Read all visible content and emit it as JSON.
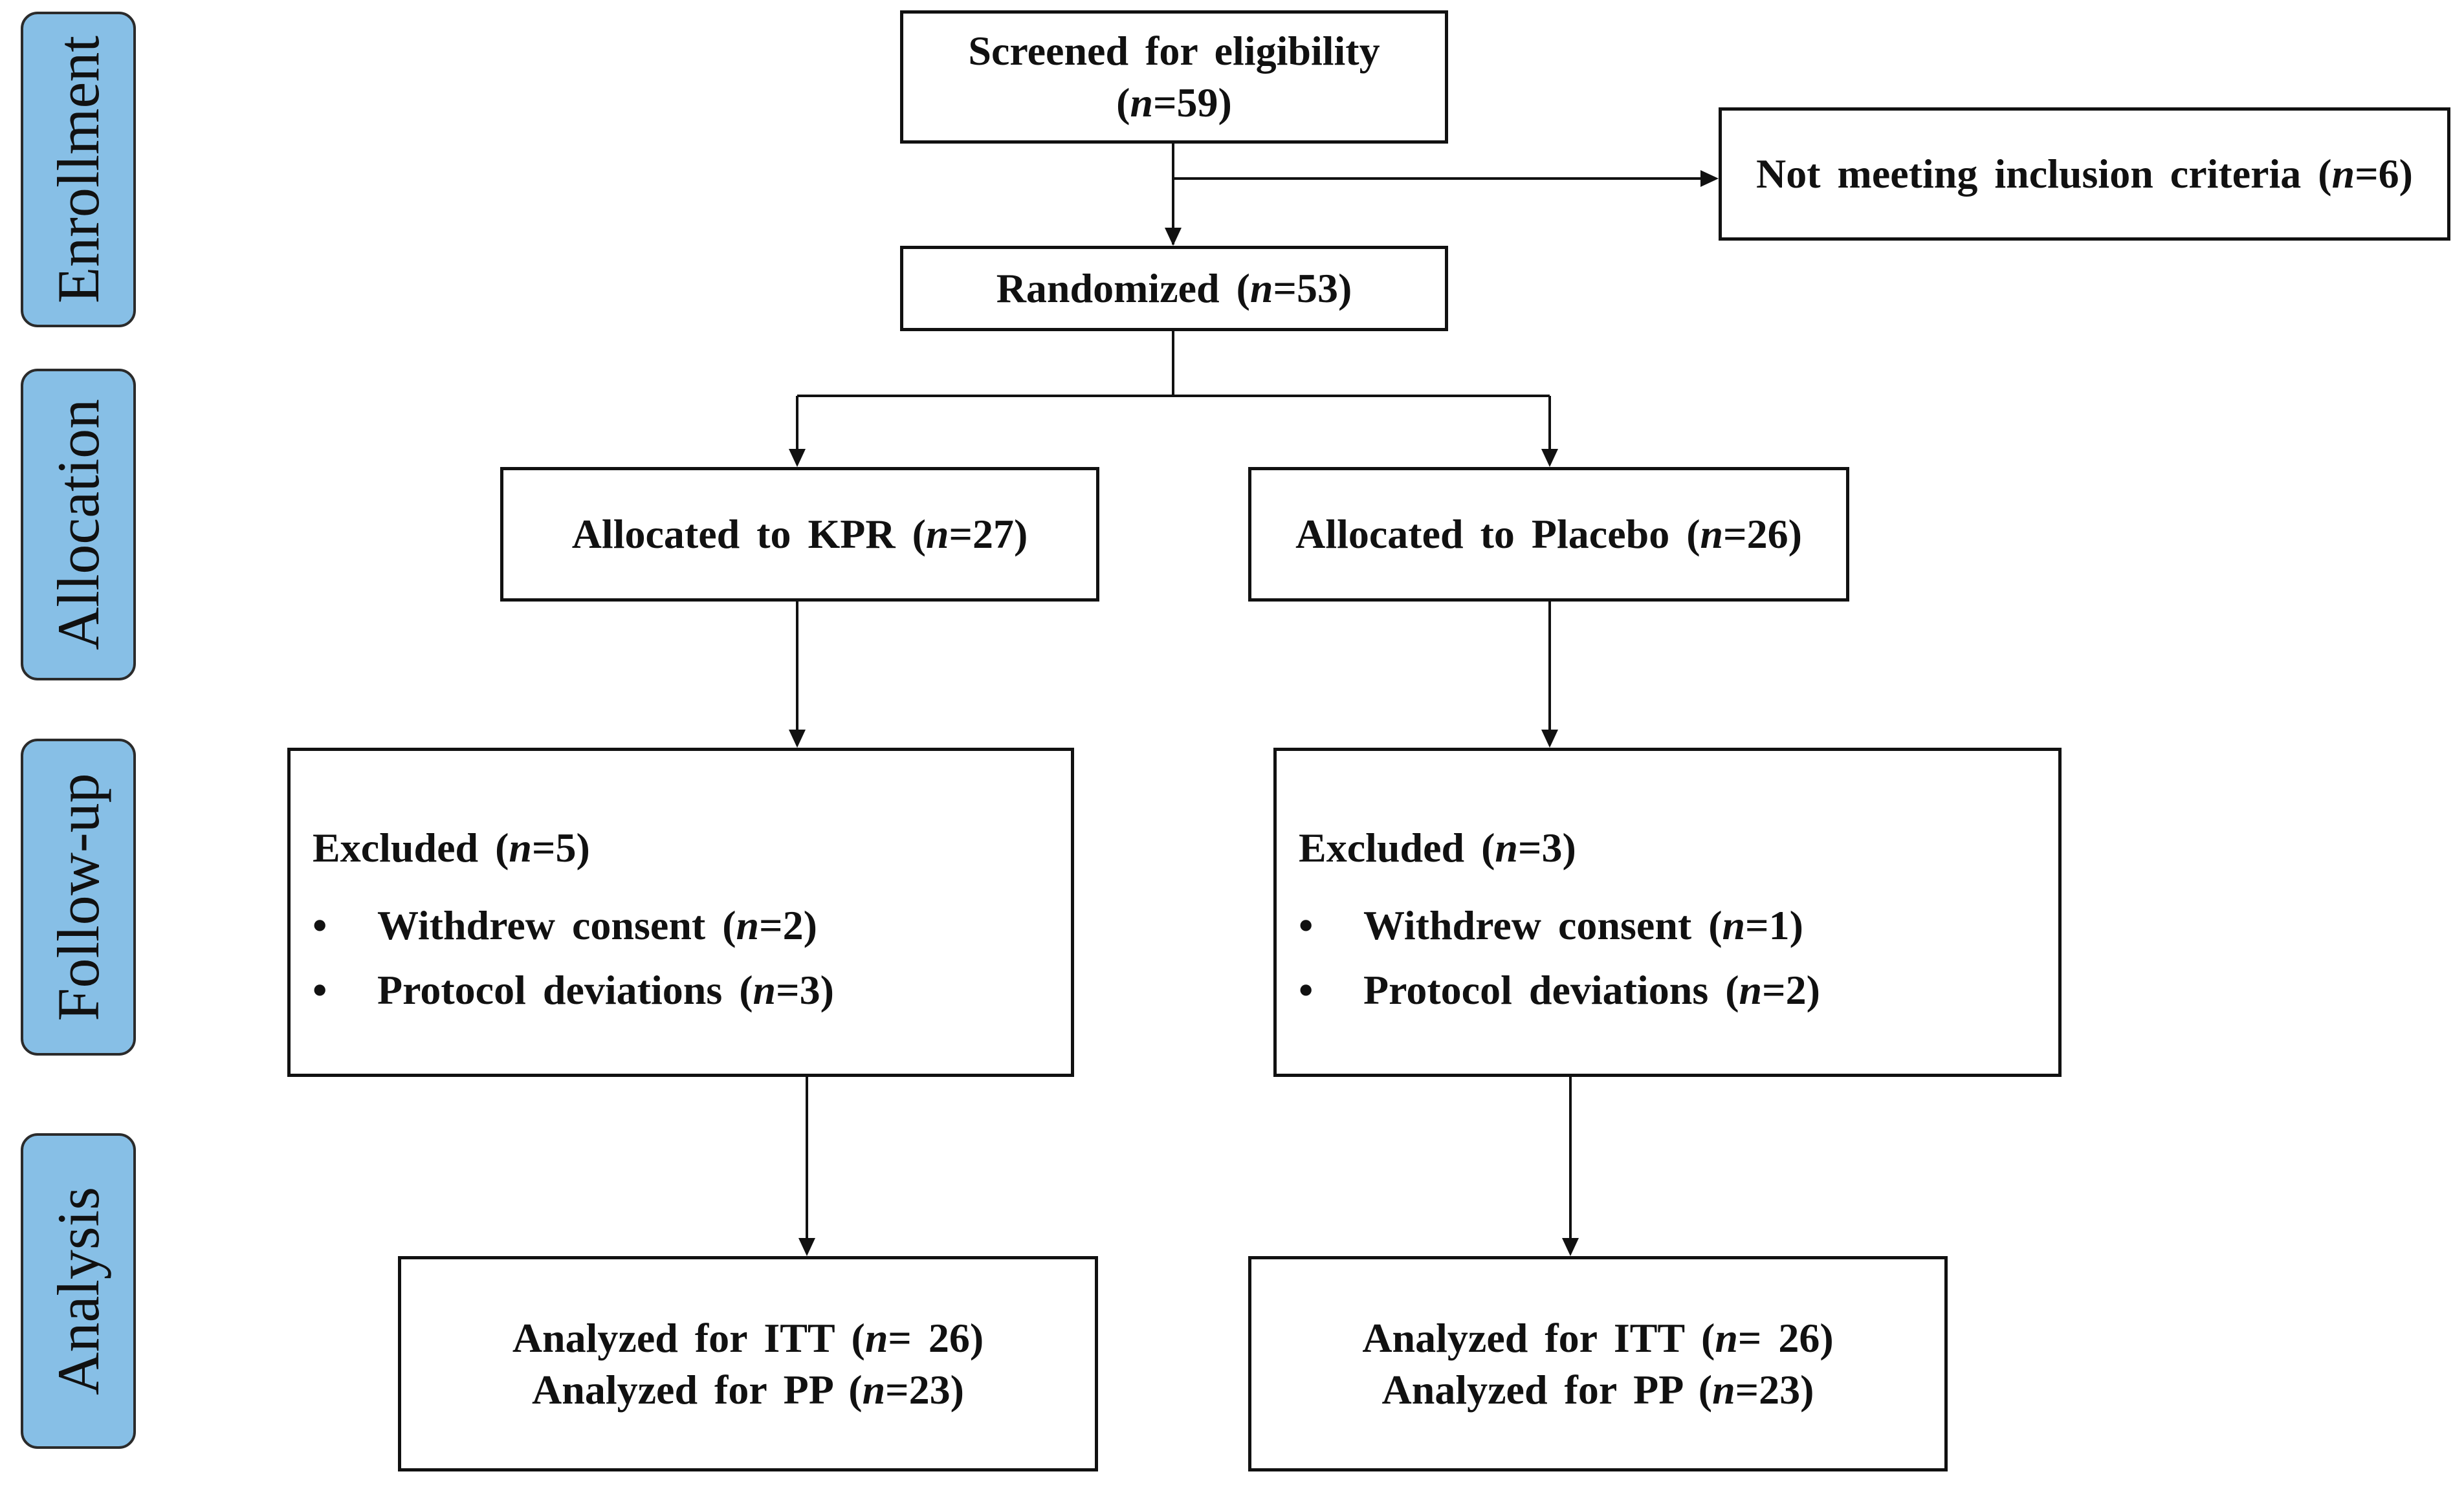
{
  "stages": {
    "enrollment": "Enrollment",
    "allocation": "Allocation",
    "followup": "Follow-up",
    "analysis": "Analysis"
  },
  "screened": {
    "label": "Screened for eligibility",
    "n_prefix": "n",
    "n_value": "=59"
  },
  "not_meeting": {
    "label": "Not meeting inclusion criteria",
    "n_prefix": "n",
    "n_value": "=6"
  },
  "randomized": {
    "label": "Randomized",
    "n_prefix": "n",
    "n_value": "=53"
  },
  "allocated_kpr": {
    "label": "Allocated to KPR",
    "n_prefix": "n",
    "n_value": "=27"
  },
  "allocated_placebo": {
    "label": "Allocated to Placebo",
    "n_prefix": "n",
    "n_value": "=26"
  },
  "excluded_kpr": {
    "label": "Excluded",
    "n_prefix": "n",
    "n_value": "=5",
    "bullet": "•",
    "items": [
      {
        "label": "Withdrew consent",
        "n_prefix": "n",
        "n_value": "=2"
      },
      {
        "label": "Protocol deviations",
        "n_prefix": "n",
        "n_value": "=3"
      }
    ]
  },
  "excluded_placebo": {
    "label": "Excluded",
    "n_prefix": "n",
    "n_value": "=3",
    "bullet": "•",
    "items": [
      {
        "label": "Withdrew consent",
        "n_prefix": "n",
        "n_value": "=1"
      },
      {
        "label": "Protocol deviations",
        "n_prefix": "n",
        "n_value": "=2"
      }
    ]
  },
  "analyzed_kpr": {
    "itt": {
      "label": "Analyzed for ITT",
      "n_prefix": "n",
      "n_value": "= 26"
    },
    "pp": {
      "label": "Analyzed for PP",
      "n_prefix": "n",
      "n_value": "=23"
    }
  },
  "analyzed_placebo": {
    "itt": {
      "label": "Analyzed for ITT",
      "n_prefix": "n",
      "n_value": "= 26"
    },
    "pp": {
      "label": "Analyzed for PP",
      "n_prefix": "n",
      "n_value": "=23"
    }
  },
  "colors": {
    "stage_fill": "#87bfe6",
    "stage_border": "#2b2b2b",
    "box_border": "#111111",
    "line": "#111111"
  }
}
